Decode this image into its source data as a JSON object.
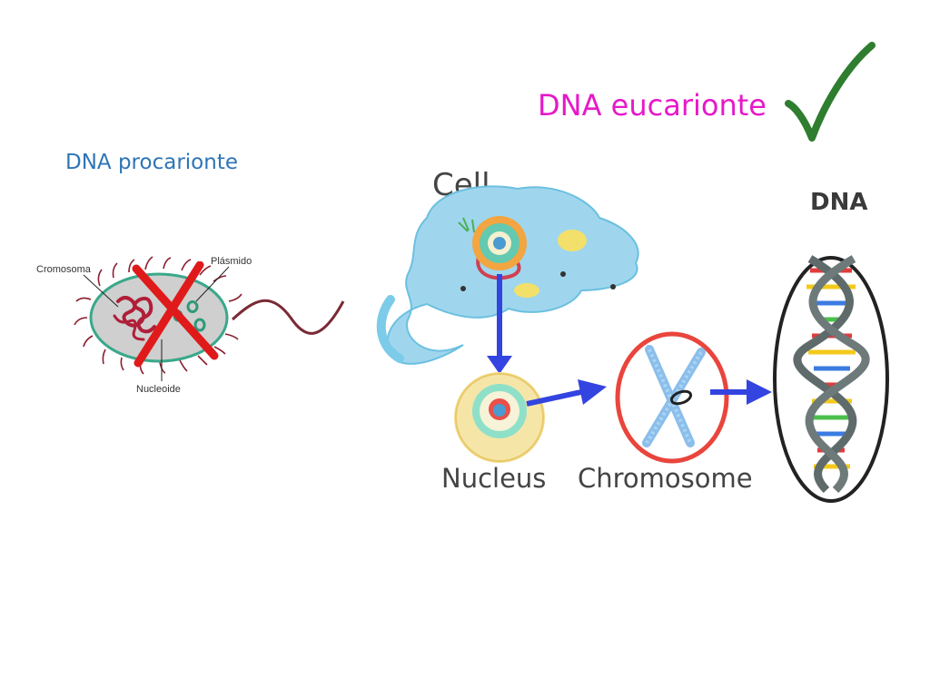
{
  "prokaryote": {
    "title": "DNA procarionte",
    "labels": {
      "chromosome": "Cromosoma",
      "plasmid": "Plásmido",
      "nucleoid": "Nucleoide"
    },
    "status": "rejected"
  },
  "eukaryote": {
    "title": "DNA eucarionte",
    "status": "accepted",
    "labels": {
      "cell": "Cell",
      "nucleus": "Nucleus",
      "chromosome": "Chromosome",
      "dna": "DNA"
    }
  },
  "colors": {
    "prokaryote_title": "#2e75b6",
    "eukaryote_title": "#e619c8",
    "cross_mark": "#e01a1a",
    "check_mark": "#2f7d2f",
    "arrows": "#3344e0"
  }
}
